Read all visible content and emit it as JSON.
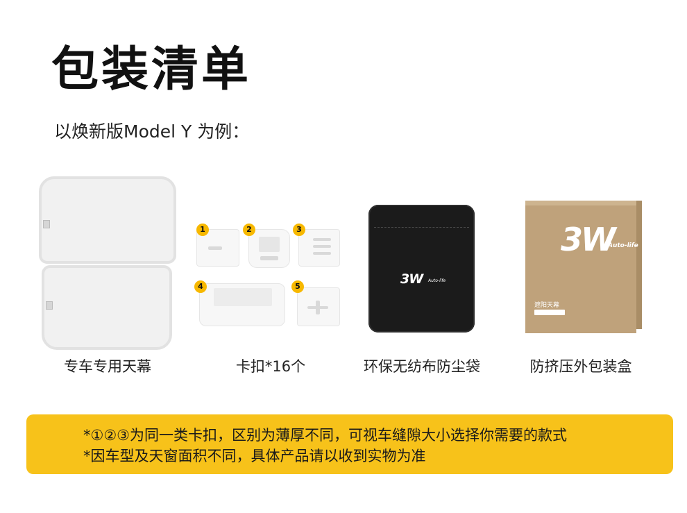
{
  "header": {
    "title": "包装清单",
    "subtitle": "以焕新版Model Y 为例："
  },
  "items": [
    {
      "caption": "专车专用天幕"
    },
    {
      "caption": "卡扣*16个"
    },
    {
      "caption": "环保无纺布防尘袋"
    },
    {
      "caption": "防挤压外包装盒"
    }
  ],
  "clips": {
    "badges": [
      "1",
      "2",
      "3",
      "4",
      "5"
    ]
  },
  "brand": {
    "logo": "3W",
    "logo_sub": "Auto-life"
  },
  "box": {
    "label": "遮阳天幕"
  },
  "notes": [
    "*①②③为同一类卡扣，区别为薄厚不同，可视车缝隙大小选择你需要的款式",
    "*因车型及天窗面积不同，具体产品请以收到实物为准"
  ],
  "colors": {
    "accent": "#f7c21a",
    "bag": "#1b1b1b",
    "box": "#bfa27b"
  }
}
